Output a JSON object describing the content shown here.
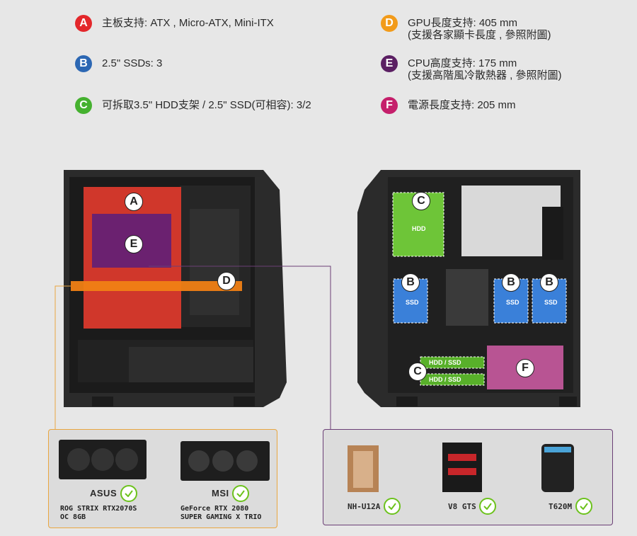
{
  "specs": [
    {
      "letter": "A",
      "color": "#e3272b",
      "lines": [
        "主板支持: ATX , Micro-ATX, Mini-ITX"
      ]
    },
    {
      "letter": "B",
      "color": "#2c67b3",
      "lines": [
        "2.5\" SSDs: 3"
      ]
    },
    {
      "letter": "C",
      "color": "#45b12f",
      "lines": [
        "可拆取3.5\" HDD支架 / 2.5\" SSD(可相容): 3/2"
      ]
    },
    {
      "letter": "D",
      "color": "#f29b1a",
      "lines": [
        "GPU長度支持: 405 mm",
        "(支援各家顯卡長度 , 參照附圖)"
      ]
    },
    {
      "letter": "E",
      "color": "#5b1f63",
      "lines": [
        "CPU高度支持: 175 mm",
        "(支援高階風冷散熱器 , 參照附圖)"
      ]
    },
    {
      "letter": "F",
      "color": "#c51f6b",
      "lines": [
        "電源長度支持: 205 mm"
      ]
    }
  ],
  "case_labels": {
    "a": "A",
    "e": "E",
    "d": "D",
    "c": "C",
    "b": "B",
    "f": "F",
    "hdd": "HDD",
    "ssd": "SSD",
    "hdd_ssd": "HDD / SSD"
  },
  "gpus": [
    {
      "brand": "ASUS",
      "model": [
        "ROG STRIX RTX2070S",
        "OC 8GB"
      ]
    },
    {
      "brand": "MSI",
      "model": [
        "GeForce RTX 2080",
        "SUPER GAMING X TRIO"
      ]
    }
  ],
  "coolers": [
    {
      "name": "NH-U12A"
    },
    {
      "name": "V8 GTS"
    },
    {
      "name": "T620M"
    }
  ],
  "colors": {
    "gpu_box_border": "#e9a640",
    "cpu_box_border": "#6b3f76",
    "check": "#6cc21c"
  }
}
